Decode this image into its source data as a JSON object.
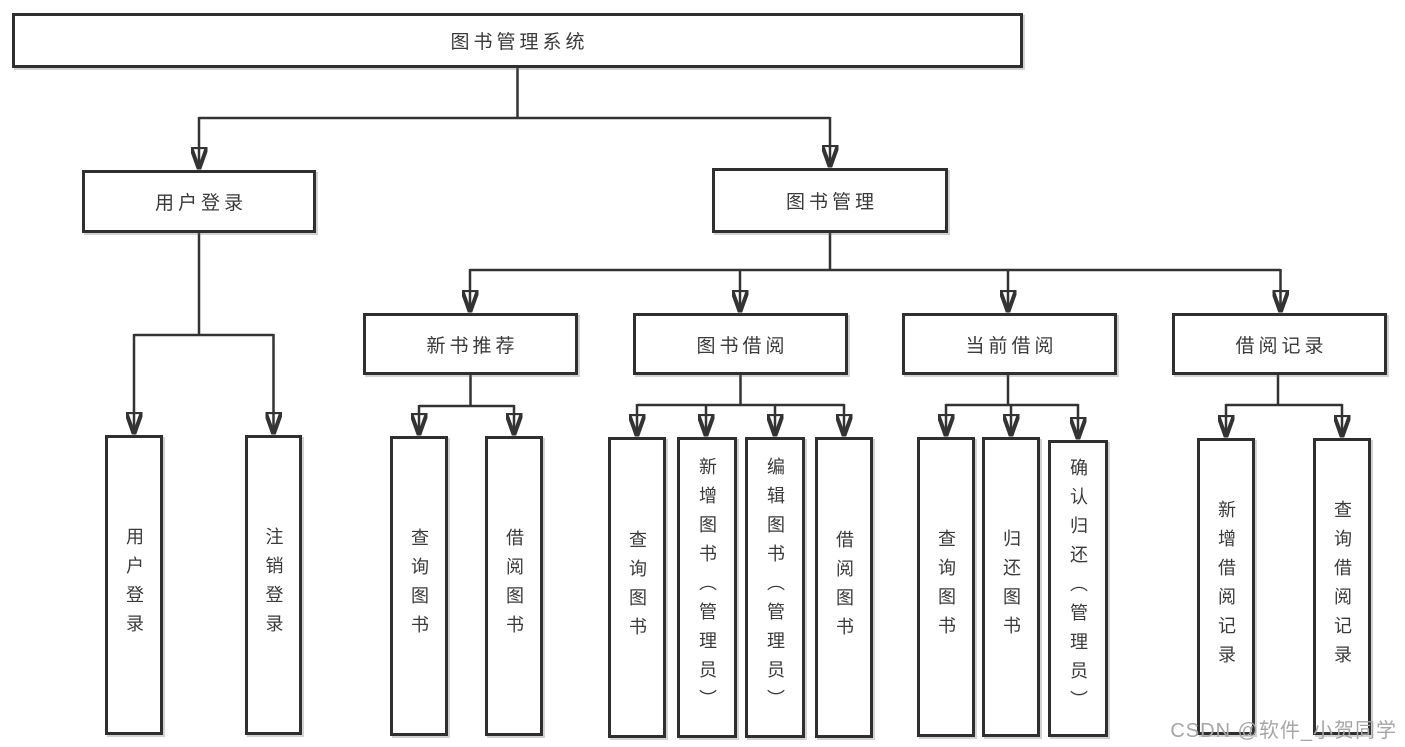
{
  "title": "图书管理系统",
  "watermark": "CSDN @软件_小贺同学",
  "colors": {
    "line": "#333333",
    "box_border": "#2f2f2f",
    "text": "#3a3a3a",
    "watermark": "#a6a6a6",
    "background": "#ffffff"
  },
  "tree": {
    "root": {
      "label": "图书管理系统"
    },
    "branches": [
      {
        "label": "用户登录",
        "children": [
          {
            "label": "用户登录"
          },
          {
            "label": "注销登录"
          }
        ]
      },
      {
        "label": "图书管理",
        "sections": [
          {
            "label": "新书推荐",
            "children": [
              {
                "label": "查询图书"
              },
              {
                "label": "借阅图书"
              }
            ]
          },
          {
            "label": "图书借阅",
            "children": [
              {
                "label": "查询图书"
              },
              {
                "label": "新增图书（管理员）"
              },
              {
                "label": "编辑图书（管理员）"
              },
              {
                "label": "借阅图书"
              }
            ]
          },
          {
            "label": "当前借阅",
            "children": [
              {
                "label": "查询图书"
              },
              {
                "label": "归还图书"
              },
              {
                "label": "确认归还（管理员）"
              }
            ]
          },
          {
            "label": "借阅记录",
            "children": [
              {
                "label": "新增借阅记录"
              },
              {
                "label": "查询借阅记录"
              }
            ]
          }
        ]
      }
    ]
  }
}
